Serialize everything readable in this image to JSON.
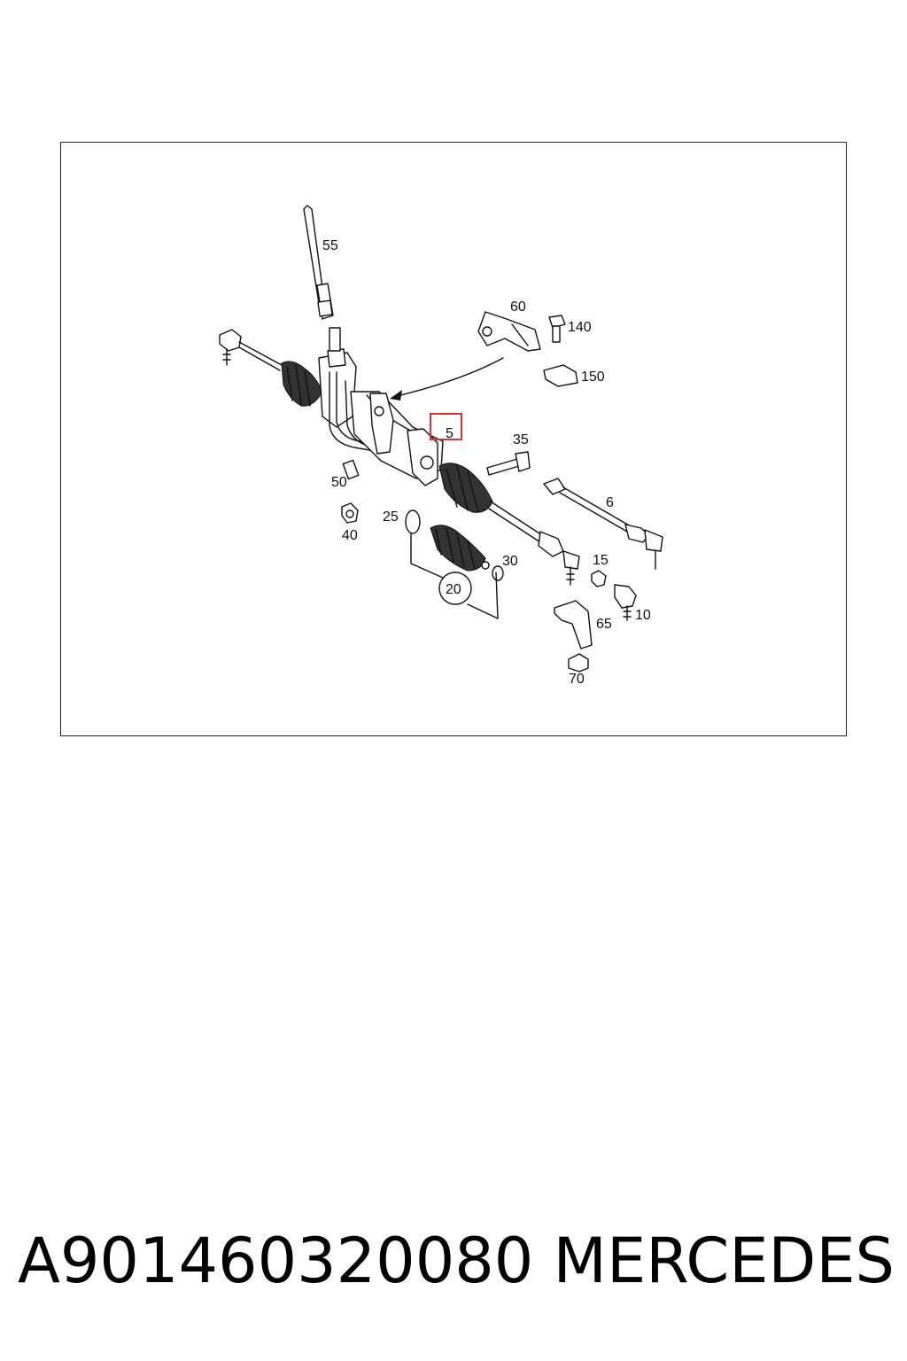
{
  "callouts": {
    "c55": "55",
    "c60": "60",
    "c140": "140",
    "c150": "150",
    "c5": "5",
    "c35": "35",
    "c6": "6",
    "c50": "50",
    "c40": "40",
    "c25": "25",
    "c30": "30",
    "c20": "20",
    "c15": "15",
    "c10": "10",
    "c65": "65",
    "c70": "70"
  },
  "highlight_color": "#e03030",
  "caption": {
    "part_number": "A901460320080",
    "brand": "MERCEDES"
  }
}
